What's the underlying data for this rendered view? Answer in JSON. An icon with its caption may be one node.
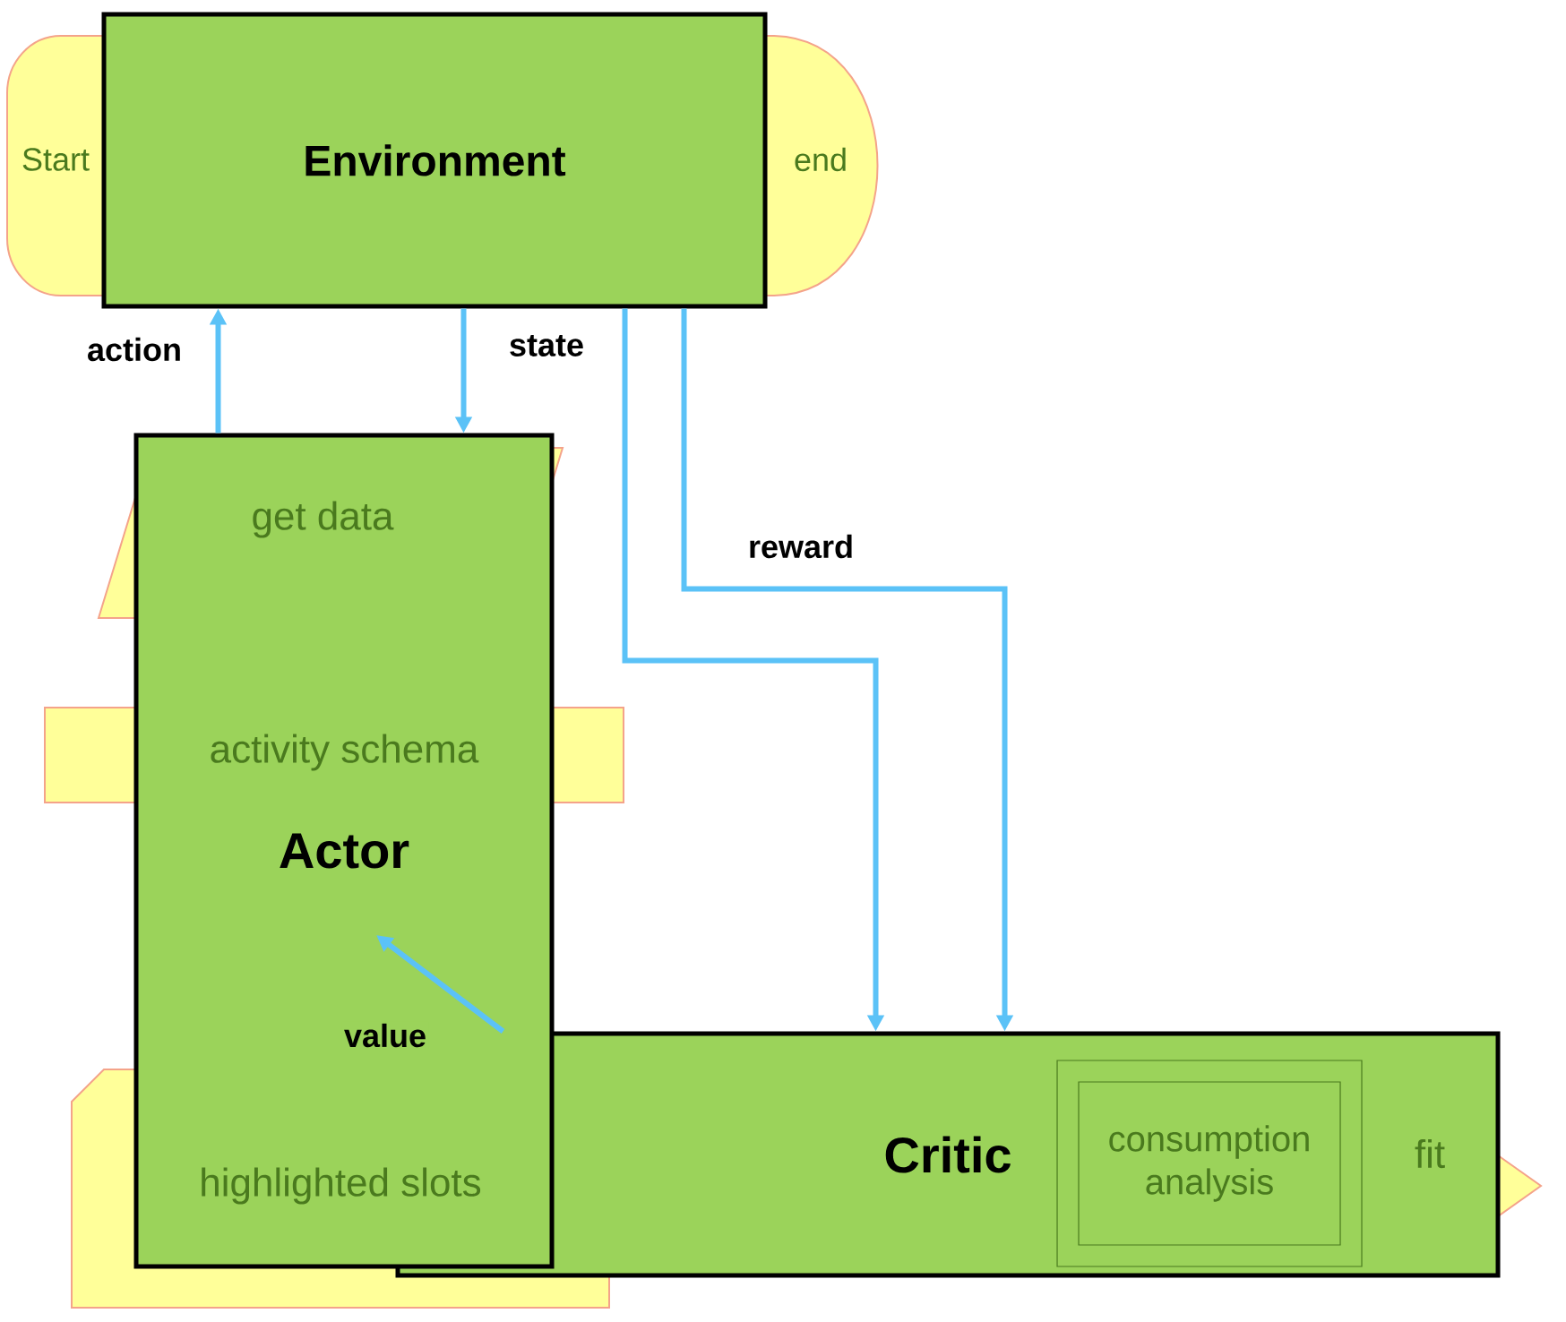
{
  "diagram": {
    "nodes": [
      {
        "text": [
          "Environment"
        ]
      },
      {
        "text": [
          "Actor"
        ]
      },
      {
        "text": [
          "Critic"
        ]
      },
      {
        "text": [
          "Start"
        ]
      },
      {
        "text": [
          "end"
        ]
      },
      {
        "text": [
          "get data"
        ]
      },
      {
        "text": [
          "activity schema"
        ]
      },
      {
        "text": [
          "highlighted slots"
        ]
      },
      {
        "text": [
          "consumption analysis"
        ],
        "in": 2
      },
      {
        "text": [
          "fit"
        ]
      }
    ],
    "edges": [
      {
        "from": 1,
        "to": 0,
        "arrow": "to",
        "label": "action"
      },
      {
        "from": 0,
        "to": 1,
        "arrow": "to",
        "label": "state"
      },
      {
        "from": 0,
        "to": 2,
        "arrow": "to"
      },
      {
        "from": 0,
        "to": 2,
        "arrow": "to",
        "label": "reward"
      },
      {
        "from": 2,
        "to": 1,
        "arrow": "to",
        "label": "value"
      }
    ]
  }
}
